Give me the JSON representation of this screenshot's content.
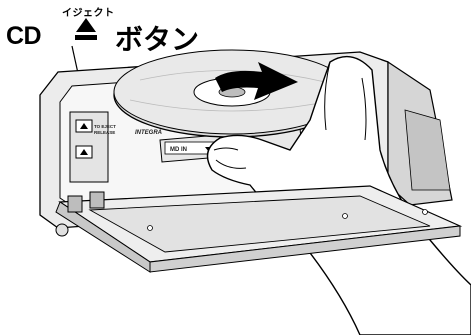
{
  "callout": {
    "cd_label": "CD",
    "ruby_label": "イジェクト",
    "button_label": "ボタン"
  },
  "panel": {
    "release_label_line1": "TO EJECT",
    "release_label_line2": "RELEASE",
    "model_label": "INTEGRA",
    "md_slot_label": "MD IN"
  },
  "icons": {
    "eject_callout": "eject-icon",
    "panel_eject": "eject-icon",
    "insert_arrow": "arrow-icon"
  },
  "colors": {
    "outline": "#000000",
    "disc": "#dcdcdc",
    "panel": "#f2f2f2",
    "shade": "#b0b0b0",
    "arrow": "#000000"
  }
}
